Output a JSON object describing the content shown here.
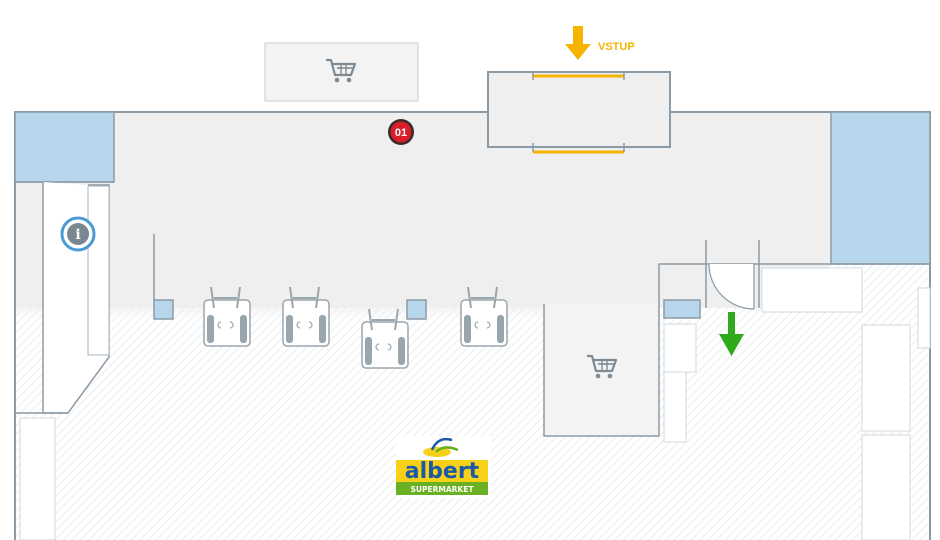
{
  "entrance": {
    "label": "VSTUP",
    "color": "#f4b400"
  },
  "marker": {
    "label": "01",
    "color": "#d81e2b"
  },
  "info": {
    "glyph": "i",
    "color": "#4a9bd4"
  },
  "exit_arrow": {
    "color": "#2eaa1a"
  },
  "logo": {
    "word": "albert",
    "tagline": "SUPERMARKET",
    "yellow": "#f7d117",
    "green": "#6ab023",
    "blue": "#1c59a6"
  },
  "icons": [
    "cart-icon",
    "checkout-counter-icon",
    "info-icon",
    "arrow-down-icon"
  ],
  "colors": {
    "wall": "#8c9aa5",
    "floor": "#efefef",
    "glass": "#b7d6ec",
    "furniture": "#9aa6ae"
  }
}
